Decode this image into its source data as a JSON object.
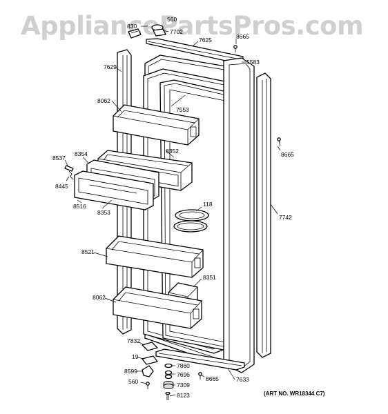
{
  "watermark": "AppliancePartsPros.com",
  "art_number": "(ART NO. WR18344 C7)",
  "parts": [
    {
      "id": "p830",
      "label": "830"
    },
    {
      "id": "p560a",
      "label": "560"
    },
    {
      "id": "p7702",
      "label": "7702"
    },
    {
      "id": "p7625",
      "label": "7625"
    },
    {
      "id": "p8665a",
      "label": "8665"
    },
    {
      "id": "p5583",
      "label": "5583"
    },
    {
      "id": "p7629",
      "label": "7629"
    },
    {
      "id": "p8062a",
      "label": "8062"
    },
    {
      "id": "p7553",
      "label": "7553"
    },
    {
      "id": "p8665b",
      "label": "8665"
    },
    {
      "id": "p8537",
      "label": "8537"
    },
    {
      "id": "p8354",
      "label": "8354"
    },
    {
      "id": "p8352",
      "label": "8352"
    },
    {
      "id": "p8445",
      "label": "8445"
    },
    {
      "id": "p8516",
      "label": "8516"
    },
    {
      "id": "p8353",
      "label": "8353"
    },
    {
      "id": "p118",
      "label": "118"
    },
    {
      "id": "p7742",
      "label": "7742"
    },
    {
      "id": "p8521",
      "label": "8521"
    },
    {
      "id": "p8351",
      "label": "8351"
    },
    {
      "id": "p8062b",
      "label": "8062"
    },
    {
      "id": "p7832",
      "label": "7832"
    },
    {
      "id": "p19",
      "label": "19"
    },
    {
      "id": "p7860",
      "label": "7860"
    },
    {
      "id": "p8599",
      "label": "8599"
    },
    {
      "id": "p7696",
      "label": "7696"
    },
    {
      "id": "p8665c",
      "label": "8665"
    },
    {
      "id": "p7633",
      "label": "7633"
    },
    {
      "id": "p560b",
      "label": "560"
    },
    {
      "id": "p7309",
      "label": "7309"
    },
    {
      "id": "p8123",
      "label": "8123"
    }
  ]
}
